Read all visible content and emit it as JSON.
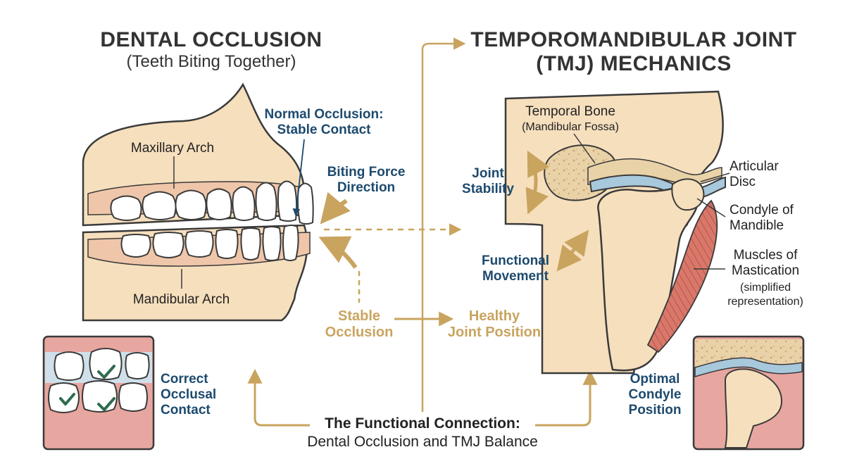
{
  "titles": {
    "left_title": "DENTAL OCCLUSION",
    "left_subtitle": "(Teeth Biting Together)",
    "right_title_line1": "TEMPOROMANDIBULAR JOINT",
    "right_title_line2": "(TMJ) MECHANICS"
  },
  "occlusion_labels": {
    "maxillary_arch": "Maxillary Arch",
    "mandibular_arch": "Mandibular Arch",
    "normal_occlusion_line1": "Normal Occlusion:",
    "normal_occlusion_line2": "Stable Contact",
    "biting_force_line1": "Biting Force",
    "biting_force_line2": "Direction",
    "stable_occlusion_line1": "Stable",
    "stable_occlusion_line2": "Occlusion",
    "correct_contact_line1": "Correct",
    "correct_contact_line2": "Occlusal",
    "correct_contact_line3": "Contact"
  },
  "tmj_labels": {
    "temporal_bone_line1": "Temporal Bone",
    "temporal_bone_line2": "(Mandibular Fossa)",
    "joint_stability_line1": "Joint",
    "joint_stability_line2": "Stability",
    "articular_disc_line1": "Articular",
    "articular_disc_line2": "Disc",
    "condyle_line1": "Condyle of",
    "condyle_line2": "Mandible",
    "muscles_line1": "Muscles of",
    "muscles_line2": "Mastication",
    "muscles_line3": "(simplified",
    "muscles_line4": "representation)",
    "functional_movement_line1": "Functional",
    "functional_movement_line2": "Movement",
    "healthy_joint_line1": "Healthy",
    "healthy_joint_line2": "Joint Position",
    "optimal_condyle_line1": "Optimal",
    "optimal_condyle_line2": "Condyle",
    "optimal_condyle_line3": "Position"
  },
  "connection": {
    "title": "The Functional Connection:",
    "subtitle": "Dental Occlusion and TMJ Balance"
  },
  "colors": {
    "bone": "#f6dfbd",
    "bone_outline": "#3a3a3a",
    "gum": "#e8a6a0",
    "disc": "#a8c8dc",
    "muscle": "#d9786a",
    "accent_gold": "#c9a45f",
    "label_blue": "#1d4a6e",
    "check_green": "#2f6b4f"
  }
}
